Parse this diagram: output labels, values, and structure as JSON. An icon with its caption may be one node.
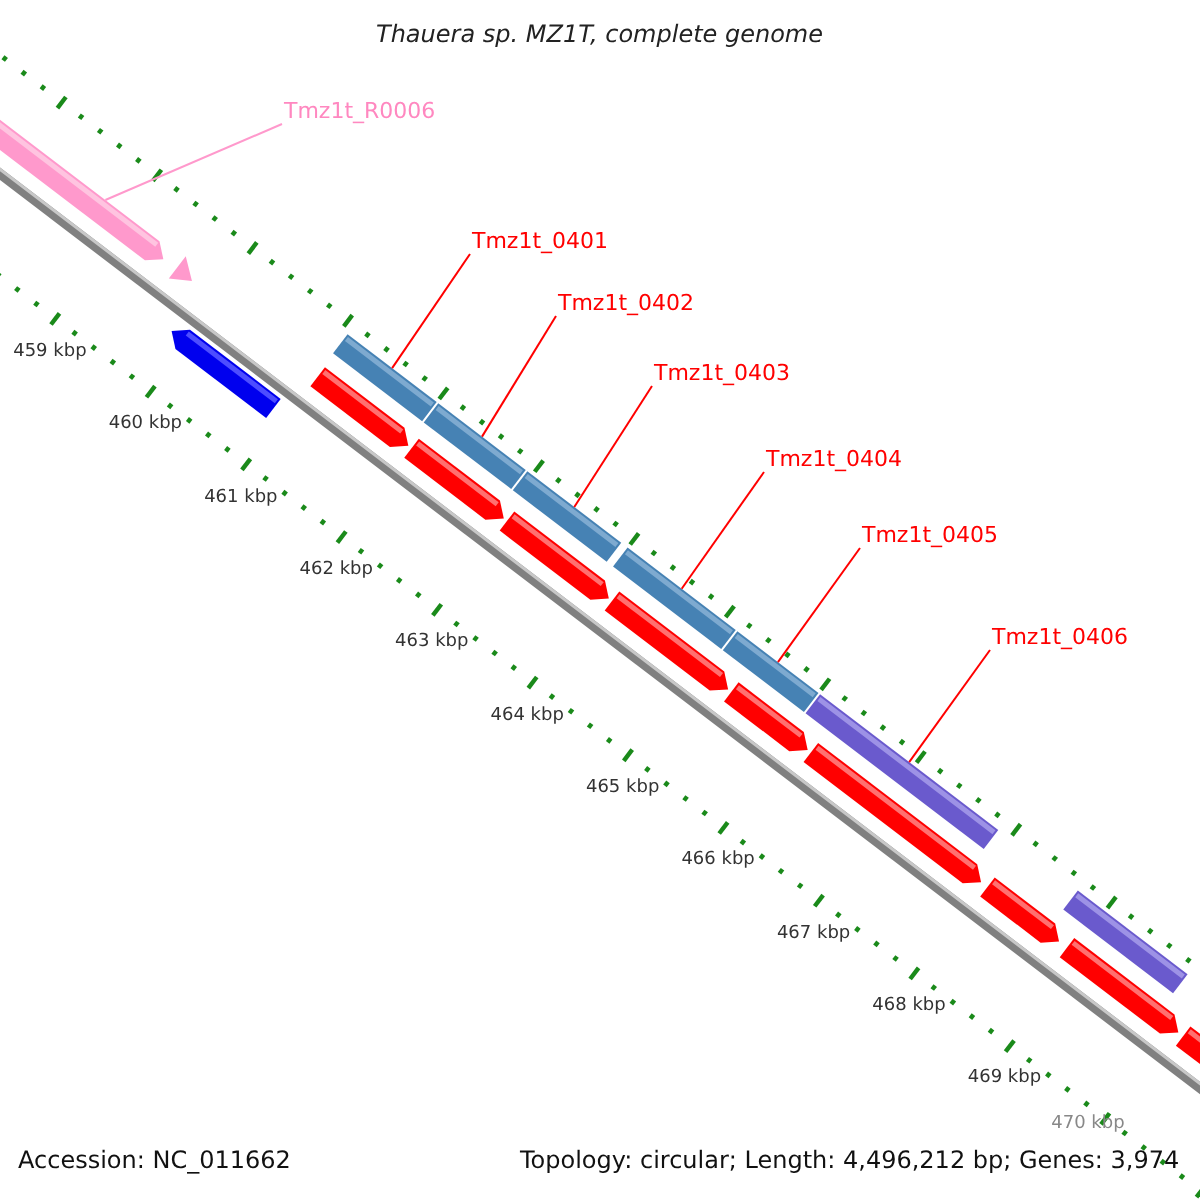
{
  "diagram": {
    "title": "Thauera sp. MZ1T, complete genome",
    "nodes": [
      {
        "text": [
          "Tmz1t_R0006"
        ]
      },
      {
        "text": [],
        "shape": "bar"
      },
      {
        "text": [
          "Tmz1t_0401"
        ]
      },
      {
        "text": [],
        "shape": "bar"
      },
      {
        "text": [
          "Tmz1t_0402"
        ]
      },
      {
        "text": [],
        "shape": "bar"
      },
      {
        "text": [
          "Tmz1t_0403"
        ]
      },
      {
        "text": [],
        "shape": "bar"
      },
      {
        "text": [
          "Tmz1t_0404"
        ]
      },
      {
        "text": [],
        "shape": "bar"
      },
      {
        "text": [
          "Tmz1t_0405"
        ]
      },
      {
        "text": [],
        "shape": "bar"
      },
      {
        "text": [
          "Tmz1t_0406"
        ]
      },
      {
        "text": [],
        "shape": "bar"
      }
    ],
    "edges": [
      {
        "from": 0,
        "to": 1,
        "arrow": "none",
        "color": "#ff99cc"
      },
      {
        "from": 2,
        "to": 3,
        "arrow": "none"
      },
      {
        "from": 4,
        "to": 5,
        "arrow": "none"
      },
      {
        "from": 6,
        "to": 7,
        "arrow": "none"
      },
      {
        "from": 8,
        "to": 9,
        "arrow": "none"
      },
      {
        "from": 10,
        "to": 11,
        "arrow": "none"
      },
      {
        "from": 12,
        "to": 13,
        "arrow": "none"
      }
    ],
    "labels": [
      "459 kbp",
      "460 kbp",
      "461 kbp",
      "462 kbp",
      "463 kbp",
      "464 kbp",
      "465 kbp",
      "466 kbp",
      "467 kbp",
      "468 kbp",
      "469 kbp",
      "470 kbp",
      "Accession: NC_011662",
      "Topology: circular; Length: 4,496,212 bp; Genes: 3,974"
    ]
  }
}
